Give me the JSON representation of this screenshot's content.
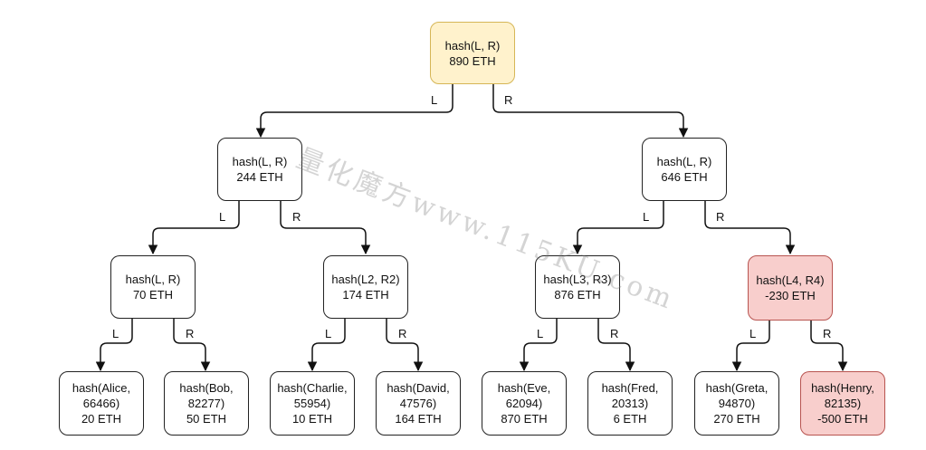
{
  "tree": {
    "root": {
      "line1": "hash(L, R)",
      "line2": "890 ETH"
    },
    "n_l": {
      "line1": "hash(L, R)",
      "line2": "244 ETH"
    },
    "n_r": {
      "line1": "hash(L, R)",
      "line2": "646 ETH"
    },
    "n_ll": {
      "line1": "hash(L, R)",
      "line2": "70 ETH"
    },
    "n_lr": {
      "line1": "hash(L2, R2)",
      "line2": "174 ETH"
    },
    "n_rl": {
      "line1": "hash(L3, R3)",
      "line2": "876 ETH"
    },
    "n_rr": {
      "line1": "hash(L4, R4)",
      "line2": "-230 ETH"
    },
    "leaves": [
      {
        "line1": "hash(Alice,",
        "line2": "66466)",
        "line3": "20 ETH"
      },
      {
        "line1": "hash(Bob,",
        "line2": "82277)",
        "line3": "50 ETH"
      },
      {
        "line1": "hash(Charlie,",
        "line2": "55954)",
        "line3": "10 ETH"
      },
      {
        "line1": "hash(David,",
        "line2": "47576)",
        "line3": "164 ETH"
      },
      {
        "line1": "hash(Eve,",
        "line2": "62094)",
        "line3": "870 ETH"
      },
      {
        "line1": "hash(Fred,",
        "line2": "20313)",
        "line3": "6 ETH"
      },
      {
        "line1": "hash(Greta,",
        "line2": "94870)",
        "line3": "270 ETH"
      },
      {
        "line1": "hash(Henry,",
        "line2": "82135)",
        "line3": "-500 ETH"
      }
    ]
  },
  "edge_labels": {
    "left": "L",
    "right": "R"
  },
  "watermark": "量化魔方www.115KU.com",
  "colors": {
    "root_fill": "#fff2cc",
    "root_border": "#d6b656",
    "negative_fill": "#f8cecc",
    "negative_border": "#b85450"
  }
}
